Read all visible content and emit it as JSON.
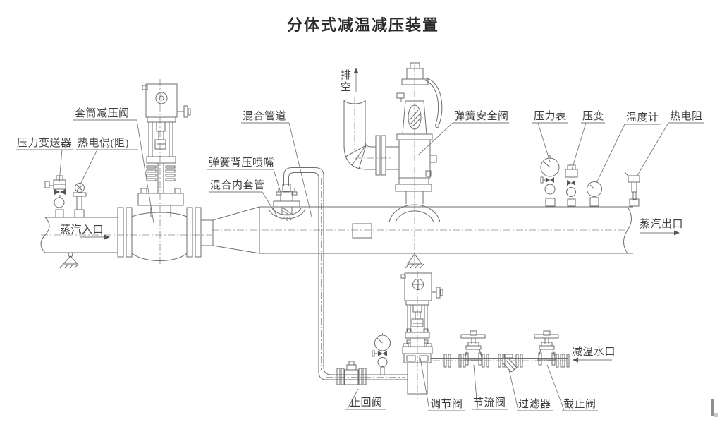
{
  "title": "分体式减温减压装置",
  "diagram": {
    "labels": {
      "reducing_valve": "套筒减压阀",
      "pressure_transmitter": "压力变送器",
      "thermocouple": "热电偶(阻)",
      "mixing_pipe": "混合管道",
      "spring_nozzle": "弹簧背压喷嘴",
      "inner_sleeve": "混合内套管",
      "vent": "排空",
      "safety_valve": "弹簧安全阀",
      "pressure_gauge": "压力表",
      "pressure_transducer": "压变",
      "thermometer": "温度计",
      "rtd": "热电阻",
      "steam_inlet": "蒸汽入口",
      "steam_outlet": "蒸汽出口",
      "water_inlet": "减温水口",
      "check_valve": "止回阀",
      "control_valve": "调节阀",
      "throttle_valve": "节流阀",
      "filter": "过滤器",
      "stop_valve": "截止阀"
    },
    "colors": {
      "line": "#6e6e6e",
      "text": "#3f3f3f",
      "title": "#2b2b2b"
    }
  }
}
